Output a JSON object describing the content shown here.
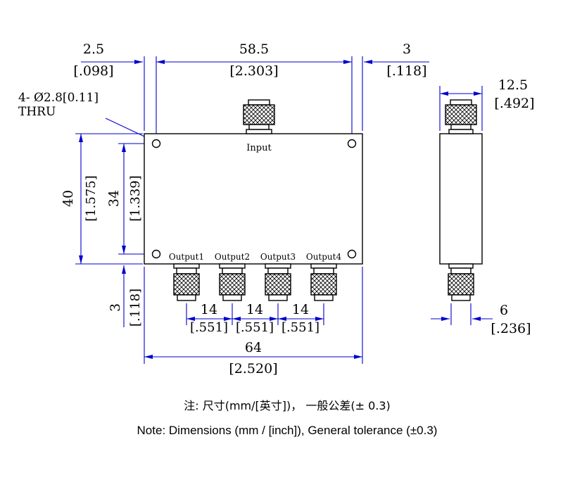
{
  "labels": {
    "input": "Input",
    "output1": "Output1",
    "output2": "Output2",
    "output3": "Output3",
    "output4": "Output4",
    "callout_line1": "4- Ø2.8[0.11]",
    "callout_line2": "THRU"
  },
  "dims": {
    "left_offset_mm": "2.5",
    "left_offset_in": "[.098]",
    "hole_span_mm": "58.5",
    "hole_span_in": "[2.303]",
    "right_offset_mm": "3",
    "right_offset_in": "[.118]",
    "side_width_mm": "12.5",
    "side_width_in": "[.492]",
    "height_mm": "40",
    "height_in": "[1.575]",
    "hole_vspan_mm": "34",
    "hole_vspan_in": "[1.339]",
    "bottom_offset_mm": "3",
    "bottom_offset_in": "[.118]",
    "pitch_mm": "14",
    "pitch_in": "[.551]",
    "overall_width_mm": "64",
    "overall_width_in": "[2.520]",
    "connector_mm": "6",
    "connector_in": "[.236]"
  },
  "notes": {
    "cn": "注: 尺寸(mm/[英寸])， 一般公差(± 0.3)",
    "en": "Note: Dimensions (mm / [inch]), General tolerance (±0.3)"
  },
  "colors": {
    "dimension_line": "#0000cd",
    "outline": "#000000"
  }
}
